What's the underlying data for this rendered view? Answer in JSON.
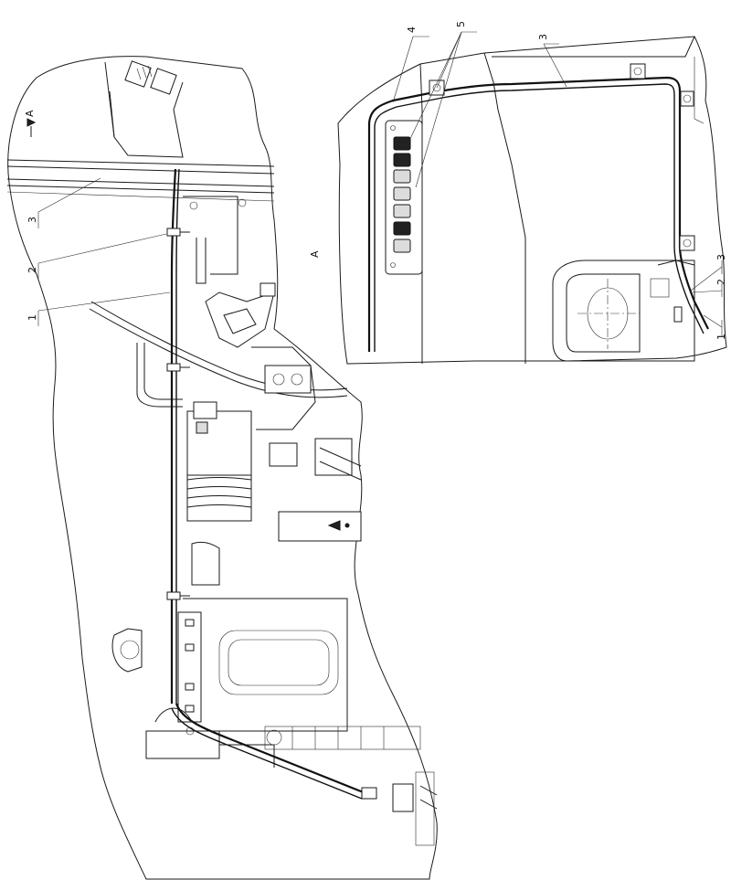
{
  "drawing": {
    "view_marker": "A",
    "view_letter": "A",
    "main_callouts": [
      "3",
      "2",
      "1"
    ],
    "detail_callouts": [
      "4",
      "5",
      "3",
      "3",
      "2",
      "1"
    ]
  }
}
